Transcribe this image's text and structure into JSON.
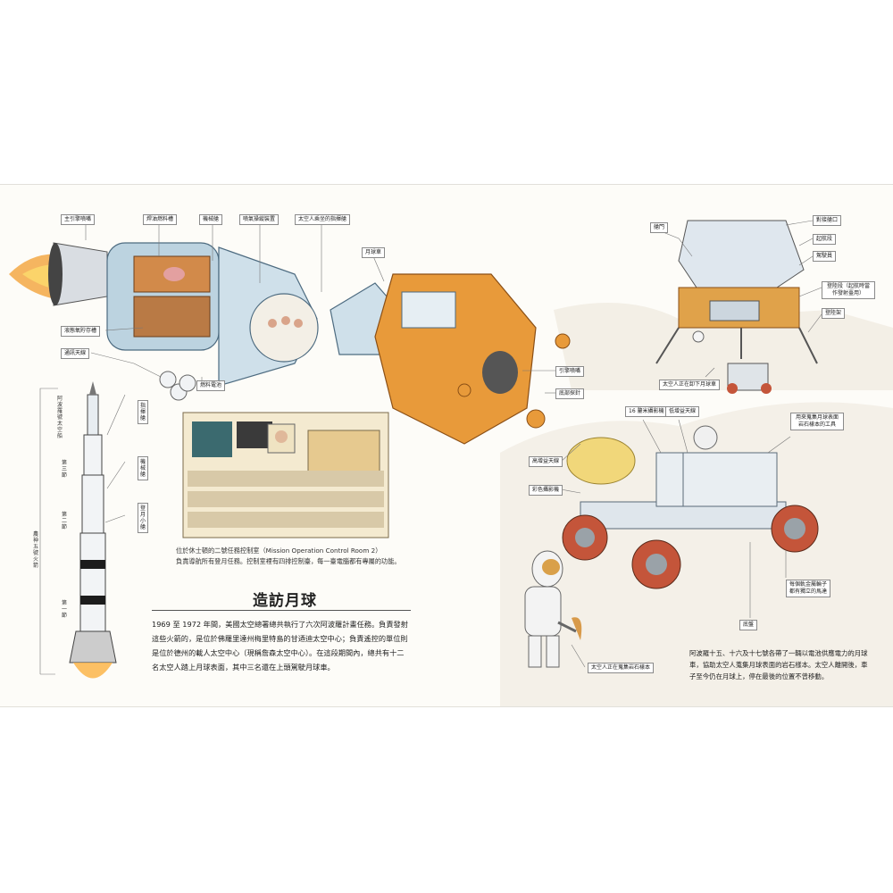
{
  "labels": {
    "main_engine": "主引擎噴嘴",
    "fuel_tank": "焊油燃料槽",
    "service_module": "機械艙",
    "oxygen_tank": "噴氣操縱裝置",
    "command_module": "太空人乘坐的指揮艙",
    "lunar_module": "月球車",
    "hydrogen_tank": "液態氧貯存槽",
    "comm_antenna": "通訊天線",
    "fuel_cell": "燃料電池",
    "lm_engine": "引擎噴嘴",
    "probe": "底部探針",
    "escape_tower": "指揮艙",
    "mech_module": "機械艙",
    "moon_car": "登月小艙",
    "hatch": "艙門",
    "docking": "對接艙口",
    "ascent_stage": "起航段",
    "cockpit": "駕駛員",
    "descent_stage": "登陸段（起航時當作發射臺用）",
    "landing_leg": "登陸架",
    "astronaut_down": "太空人正在卸下月球車",
    "tv_camera": "16 釐米攝影機",
    "low_antenna": "低增益天線",
    "rock_tools": "用來蒐集月球表面岩石樣本的工具",
    "high_antenna": "高增益天線",
    "color_camera": "彩色攝影機",
    "wheels": "每個軌金屬輪子都有獨立的馬達",
    "chassis": "底盤",
    "astronaut_rocks": "太空人正在蒐集岩石樣本"
  },
  "stages": {
    "abort": "阿波羅號太空船",
    "third": "第三節",
    "second": "第二節",
    "saturn": "農神五號火箭",
    "first": "第一節"
  },
  "control_room_caption": {
    "line1": "位於休士頓的二號任務控制室（Mission Operation Control Room 2）",
    "line2": "負責導航所有登月任務。控制室裡有四排控制臺，每一臺電腦都有專屬的功能。"
  },
  "article": {
    "title": "造訪月球",
    "body": "1969 至 1972 年間，美國太空總署總共執行了六次阿波羅計畫任務。負責發射這些火箭的，是位於佛羅里達州梅里特島的甘迺迪太空中心；負責遙控的單位則是位於德州的載人太空中心（現稱詹森太空中心）。在這段期間內，總共有十二名太空人踏上月球表面，其中三名還在上頭駕駛月球車。"
  },
  "rover_caption": "阿波羅十五、十六及十七號各帶了一輛以電池供應電力的月球車，協助太空人蒐集月球表面的岩石樣本。太空人離開後，車子至今仍在月球上，停在最後的位置不曾移動。",
  "colors": {
    "page_bg": "#fdfcf8",
    "spacecraft_blue": "#bcd3e0",
    "lm_orange": "#e89a3a",
    "rover_red": "#c4553a",
    "moon_ground": "#e7e1d6"
  }
}
